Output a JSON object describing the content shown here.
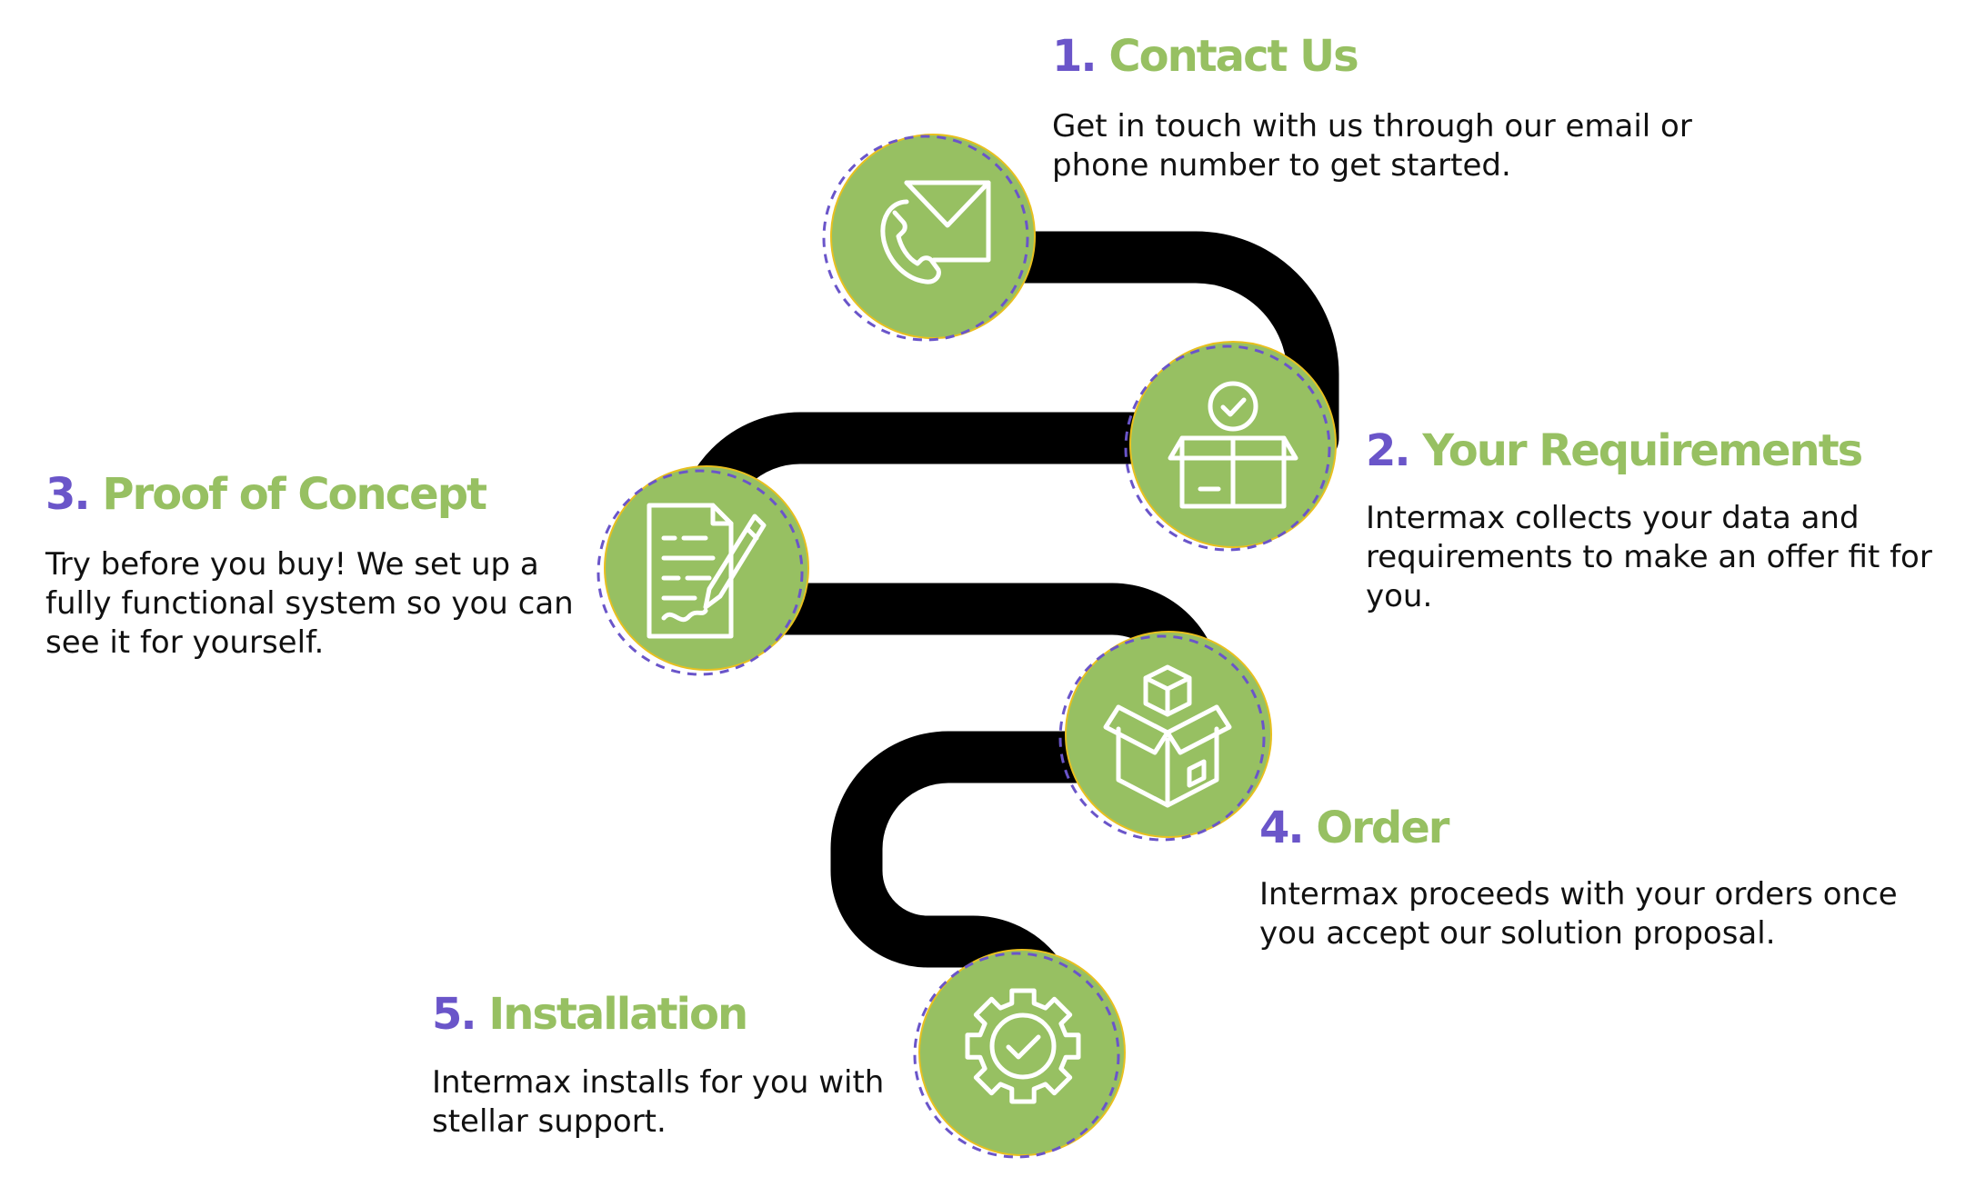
{
  "colors": {
    "number": "#6a55c9",
    "title": "#97c062",
    "circle_fill": "#97c062",
    "circle_outline": "#e8c01f",
    "circle_dash": "#6a55c9",
    "road": "#000000"
  },
  "steps": [
    {
      "number": "1.",
      "title": "Contact Us",
      "description": "Get in touch with us through our email or phone number to get started.",
      "icon": "envelope-phone-icon"
    },
    {
      "number": "2.",
      "title": "Your Requirements",
      "description": "Intermax collects your data and requirements to make an offer fit for you.",
      "icon": "box-checkmark-icon"
    },
    {
      "number": "3.",
      "title": "Proof of Concept",
      "description": "Try before you buy! We set up a fully functional system so you can see it for yourself.",
      "icon": "document-pen-icon"
    },
    {
      "number": "4.",
      "title": "Order",
      "description": "Intermax proceeds with your orders once you accept our solution proposal.",
      "icon": "stacked-boxes-icon"
    },
    {
      "number": "5.",
      "title": "Installation",
      "description": "Intermax installs for you with stellar support.",
      "icon": "gear-checkmark-icon"
    }
  ]
}
